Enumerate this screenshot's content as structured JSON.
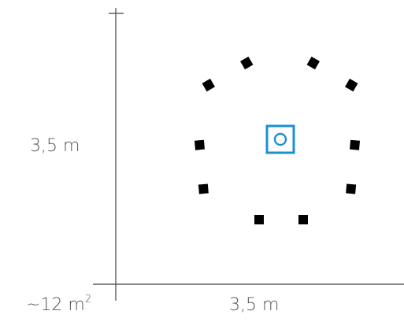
{
  "dimensions": {
    "height": "3,5 m",
    "width": "3,5 m",
    "area": "~12 m",
    "area_superscript": "2"
  },
  "colors": {
    "chair": "#1c8fd3",
    "table": "#1c8fd3",
    "axis": "#444444",
    "label": "#555555"
  },
  "layout_items": {
    "chairs": [
      "chair",
      "chair",
      "chair",
      "chair",
      "chair",
      "chair"
    ],
    "center_object": "table"
  }
}
